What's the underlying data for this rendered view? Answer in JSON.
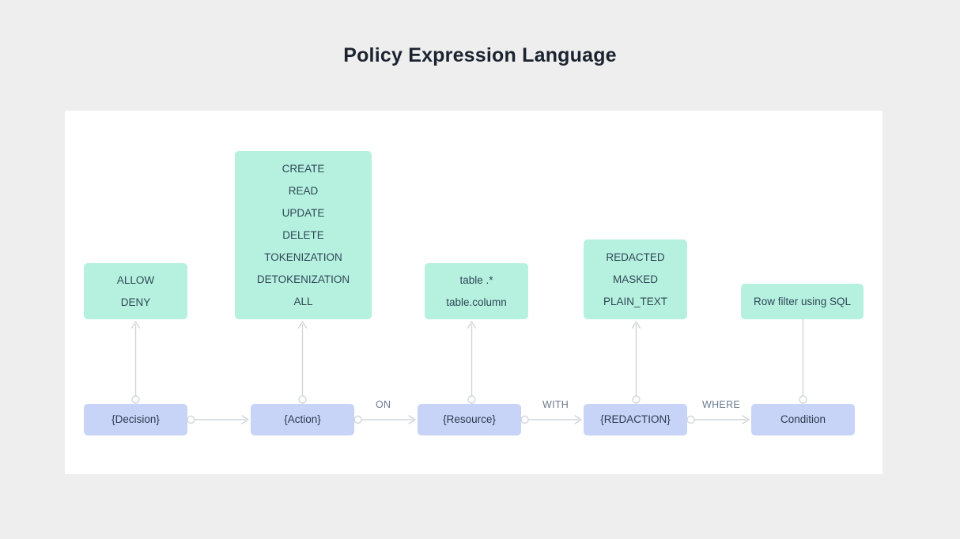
{
  "page": {
    "title": "Policy Expression Language",
    "background_color": "#eeeeee",
    "canvas_color": "#ffffff"
  },
  "colors": {
    "enum_box": "#b6f1e0",
    "slot_box": "#c7d4f7",
    "enum_text": "#2e4756",
    "slot_text": "#2b3a4d",
    "edge_label_text": "#6b7a8f",
    "connector": "#d2d5da",
    "title_text": "#1c2330"
  },
  "diagram": {
    "type": "grammar-flow",
    "slots": [
      {
        "id": "decision",
        "label": "{Decision}"
      },
      {
        "id": "action",
        "label": "{Action}"
      },
      {
        "id": "resource",
        "label": "{Resource}"
      },
      {
        "id": "redaction",
        "label": "{REDACTION}"
      },
      {
        "id": "condition",
        "label": "Condition"
      }
    ],
    "edge_labels": [
      {
        "id": "on",
        "label": "ON",
        "from": "action",
        "to": "resource"
      },
      {
        "id": "with",
        "label": "WITH",
        "from": "resource",
        "to": "redaction"
      },
      {
        "id": "where",
        "label": "WHERE",
        "from": "redaction",
        "to": "condition"
      }
    ],
    "enums": [
      {
        "id": "decision",
        "for_slot": "decision",
        "options": [
          "ALLOW",
          "DENY"
        ]
      },
      {
        "id": "action",
        "for_slot": "action",
        "options": [
          "CREATE",
          "READ",
          "UPDATE",
          "DELETE",
          "TOKENIZATION",
          "DETOKENIZATION",
          "ALL"
        ]
      },
      {
        "id": "resource",
        "for_slot": "resource",
        "options": [
          "table .*",
          "table.column"
        ]
      },
      {
        "id": "redaction",
        "for_slot": "redaction",
        "options": [
          "REDACTED",
          "MASKED",
          "PLAIN_TEXT"
        ]
      },
      {
        "id": "condition",
        "for_slot": "condition",
        "options": [
          "Row filter using SQL"
        ]
      }
    ]
  }
}
